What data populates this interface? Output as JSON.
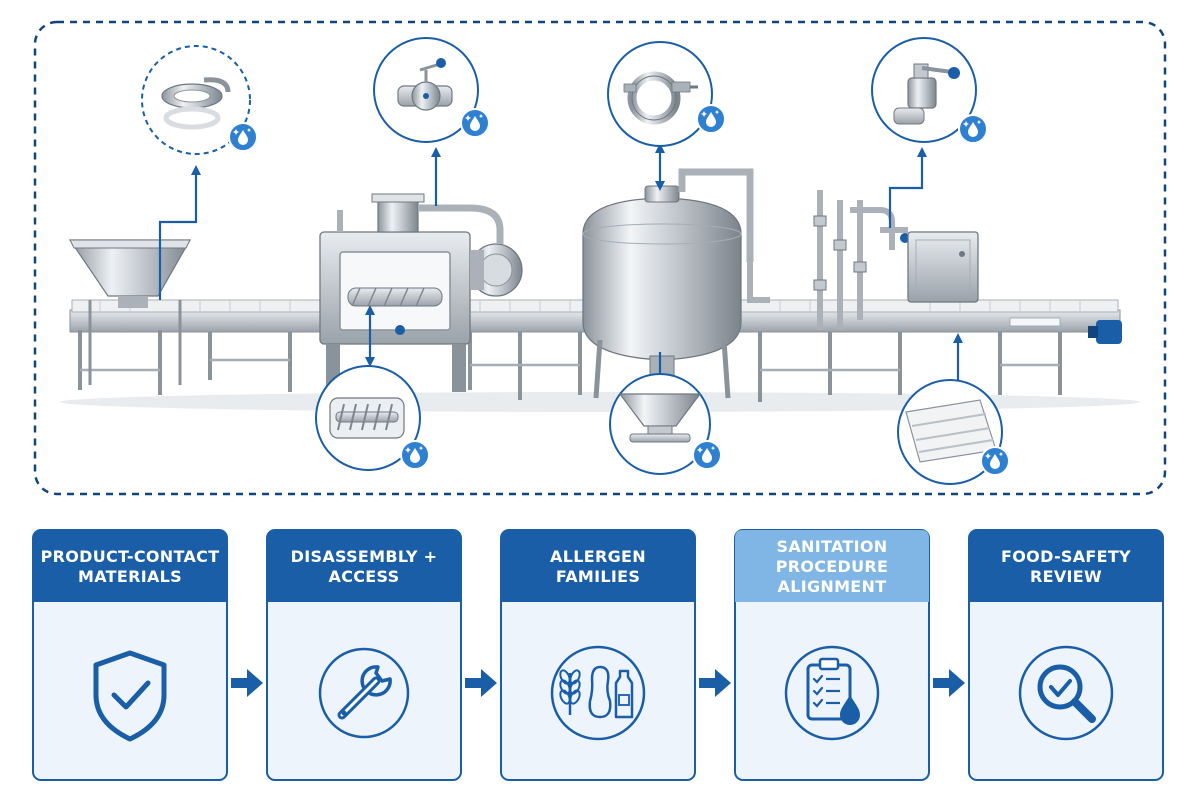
{
  "colors": {
    "primary": "#1a5ea8",
    "primary_dark": "#12447e",
    "light_header": "#7fb6e6",
    "panel_bg": "#eef4fb",
    "steel": "#b8c0c8",
    "steel_dark": "#6f7882",
    "belt": "#e6e9ec"
  },
  "steps": [
    {
      "line1": "PRODUCT-CONTACT",
      "line2": "MATERIALS",
      "line3": "",
      "icon": "shield-check-icon",
      "header_style": "dark"
    },
    {
      "line1": "DISASSEMBLY +",
      "line2": "ACCESS",
      "line3": "",
      "icon": "wrench-icon",
      "header_style": "dark"
    },
    {
      "line1": "ALLERGEN",
      "line2": "FAMILIES",
      "line3": "",
      "icon": "allergen-icon",
      "header_style": "dark"
    },
    {
      "line1": "SANITATION",
      "line2": "PROCEDURE",
      "line3": "ALIGNMENT",
      "icon": "clipboard-drop-icon",
      "header_style": "light"
    },
    {
      "line1": "FOOD-SAFETY",
      "line2": "REVIEW",
      "line3": "",
      "icon": "magnifier-check-icon",
      "header_style": "dark"
    }
  ],
  "detail_callouts": [
    {
      "part": "clamp-gasket-icon",
      "badge": "sanitize-badge-icon"
    },
    {
      "part": "butterfly-valve-icon",
      "badge": "sanitize-badge-icon"
    },
    {
      "part": "tri-clamp-icon",
      "badge": "sanitize-badge-icon"
    },
    {
      "part": "ball-valve-icon",
      "badge": "sanitize-badge-icon"
    },
    {
      "part": "auger-screw-icon",
      "badge": "sanitize-badge-icon"
    },
    {
      "part": "tank-outlet-icon",
      "badge": "sanitize-badge-icon"
    },
    {
      "part": "modular-belt-icon",
      "badge": "sanitize-badge-icon"
    }
  ]
}
